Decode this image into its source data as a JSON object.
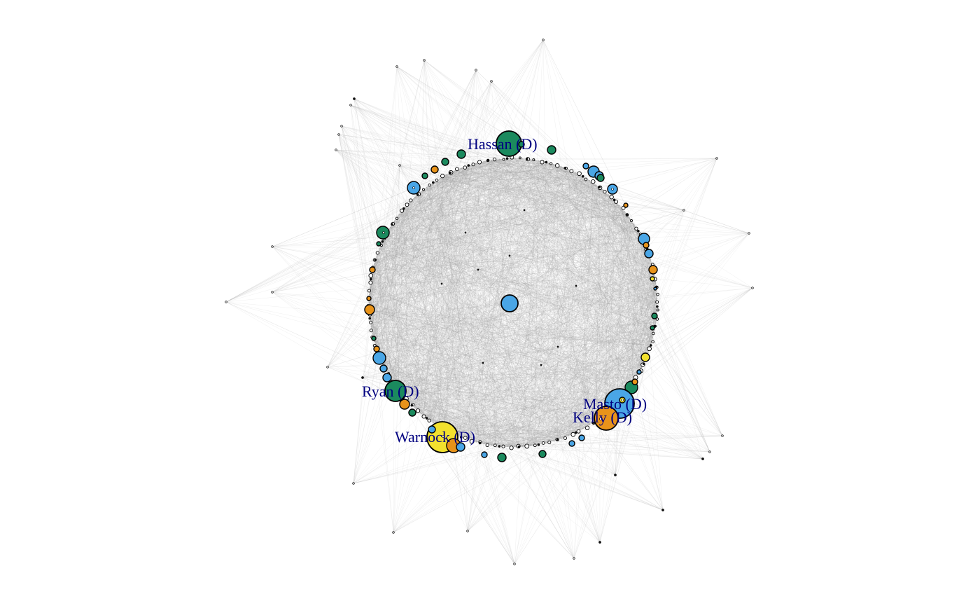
{
  "colors": {
    "background": "#ffffff",
    "edge": "#b3b3b3",
    "node_stroke": "#000000",
    "label": "#000080",
    "blue": "#4aa6e6",
    "green": "#1b8a5e",
    "orange": "#e8931a",
    "yellow": "#f2e12e",
    "black": "#111111"
  },
  "labels": {
    "hassan": "Hassan (D)",
    "masto": "Masto (D)",
    "kelly": "Kelly (D)",
    "ryan": "Ryan (D)",
    "warnock": "Warnock (D)"
  }
}
